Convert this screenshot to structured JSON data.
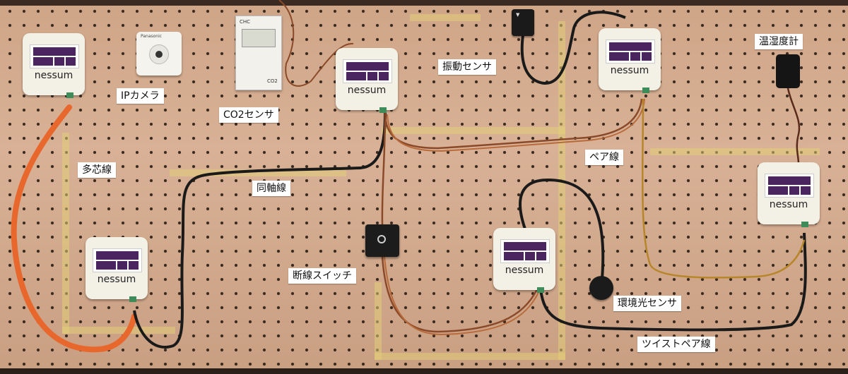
{
  "devices": {
    "d1": {
      "logo": "nessum"
    },
    "d2": {
      "logo": "nessum"
    },
    "d3": {
      "logo": "nessum"
    },
    "d4": {
      "logo": "nessum"
    },
    "d5": {
      "logo": "nessum"
    },
    "d6": {
      "logo": "nessum"
    }
  },
  "camera_brand": "Panasonic",
  "co2_brand": "CHC",
  "co2_unit": "CO2",
  "labels": {
    "ip_camera": "IPカメラ",
    "co2_sensor": "CO2センサ",
    "vibration_sensor": "振動センサ",
    "temp_humidity": "温湿度計",
    "multicore": "多芯線",
    "coaxial": "同軸線",
    "pair_wire": "ペア線",
    "disconnect_switch": "断線スイッチ",
    "ambient_light_sensor": "環境光センサ",
    "twisted_pair": "ツイストペア線"
  },
  "colors": {
    "board": "#d3a98a",
    "device_screen": "#4b2560",
    "orange_cable": "#e8672c",
    "black_cable": "#1a1a1a",
    "brown_wire": "#8a4a2a"
  }
}
